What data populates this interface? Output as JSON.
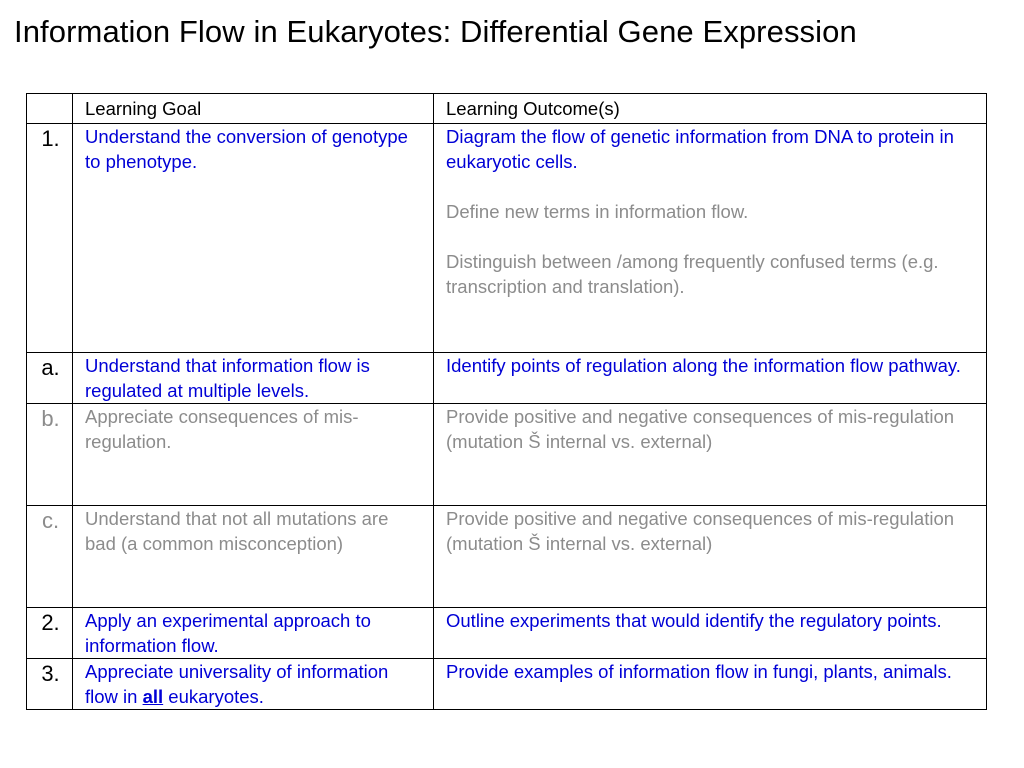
{
  "title": "Information Flow in Eukaryotes: Differential Gene Expression",
  "table": {
    "headers": [
      "",
      "Learning Goal",
      "Learning Outcome(s)"
    ],
    "colors": {
      "blue": "#0000d6",
      "gray": "#8c8c8c",
      "black": "#000000"
    },
    "rows": {
      "r1": {
        "num": "1.",
        "goal": "Understand the conversion of genotype to phenotype.",
        "outcome1": "Diagram the flow of genetic information from DNA to protein in eukaryotic cells.",
        "outcome2": "Define new terms in information flow.",
        "outcome3": "Distinguish between /among frequently confused terms (e.g. transcription and translation)."
      },
      "ra": {
        "num": "a.",
        "goal": "Understand that information flow is regulated at multiple levels.",
        "outcome": "Identify points of regulation along the information flow pathway."
      },
      "rb": {
        "num": "b.",
        "goal": "Appreciate consequences of mis-regulation.",
        "outcome1": "Provide positive and negative consequences of mis-regulation",
        "outcome2": "(mutation Š internal vs. external)"
      },
      "rc": {
        "num": "c.",
        "goal": "Understand that not all mutations are bad (a common misconception)",
        "outcome1": "Provide positive and negative consequences of mis-regulation",
        "outcome2": "(mutation Š internal vs. external)"
      },
      "r2": {
        "num": "2.",
        "goal": "Apply an experimental approach to information flow.",
        "outcome": "Outline experiments that would identify the regulatory points."
      },
      "r3": {
        "num": "3.",
        "goal_pre": "Appreciate universality of information flow in ",
        "goal_emph": "all",
        "goal_post": " eukaryotes.",
        "outcome": "Provide examples of information flow in fungi, plants, animals."
      }
    }
  }
}
